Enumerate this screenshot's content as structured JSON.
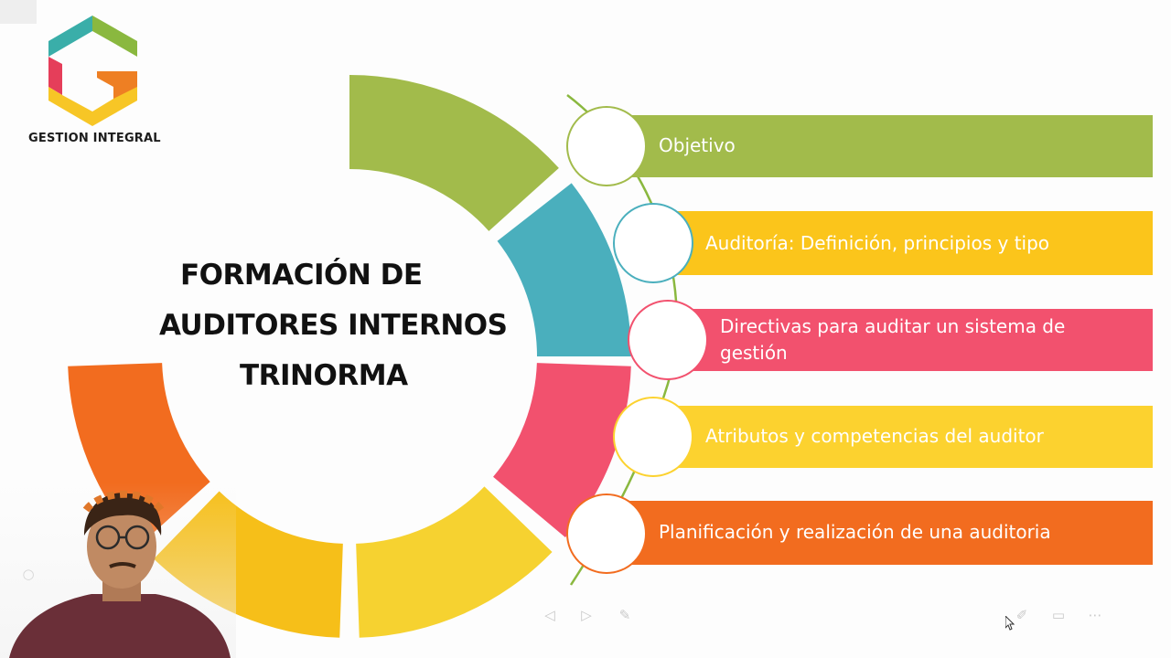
{
  "logo": {
    "text": "GESTION INTEGRAL",
    "colors": {
      "teal": "#3aaea9",
      "green": "#8ab83f",
      "orange": "#ee7f23",
      "yellow": "#f7c626",
      "red": "#e53e5a"
    }
  },
  "title": {
    "lines": [
      "FORMACIÓN DE",
      "AUDITORES INTERNOS",
      "TRINORMA"
    ]
  },
  "ring": {
    "segment_colors": [
      "#a2bb4b",
      "#4aafbd",
      "#f2516e",
      "#f6d230",
      "#f6bf19",
      "#f26c1f"
    ]
  },
  "agenda": {
    "items": [
      {
        "lines": [
          "Objetivo"
        ],
        "color": "#a2bb4b",
        "circle_border": "#a2bb4b"
      },
      {
        "lines": [
          "Auditoría: Definición, principios y tipo"
        ],
        "color": "#fbc51b",
        "circle_border": "#4aafbd"
      },
      {
        "lines": [
          "Directivas para auditar un sistema de",
          "gestión"
        ],
        "color": "#f2516e",
        "circle_border": "#f2516e"
      },
      {
        "lines": [
          "Atributos y competencias del auditor"
        ],
        "color": "#fcd22f",
        "circle_border": "#fcd22f"
      },
      {
        "lines": [
          "Planificación y realización de una auditoria"
        ],
        "color": "#f26c1f",
        "circle_border": "#f26c1f"
      }
    ]
  },
  "toolbar": {
    "icons": [
      "prev-icon",
      "next-icon",
      "pen-icon",
      "grid-icon",
      "search-icon",
      "more-icon",
      "settings-icon",
      "display-icon",
      "subtitle-icon",
      "laser-icon",
      "close-icon"
    ]
  }
}
